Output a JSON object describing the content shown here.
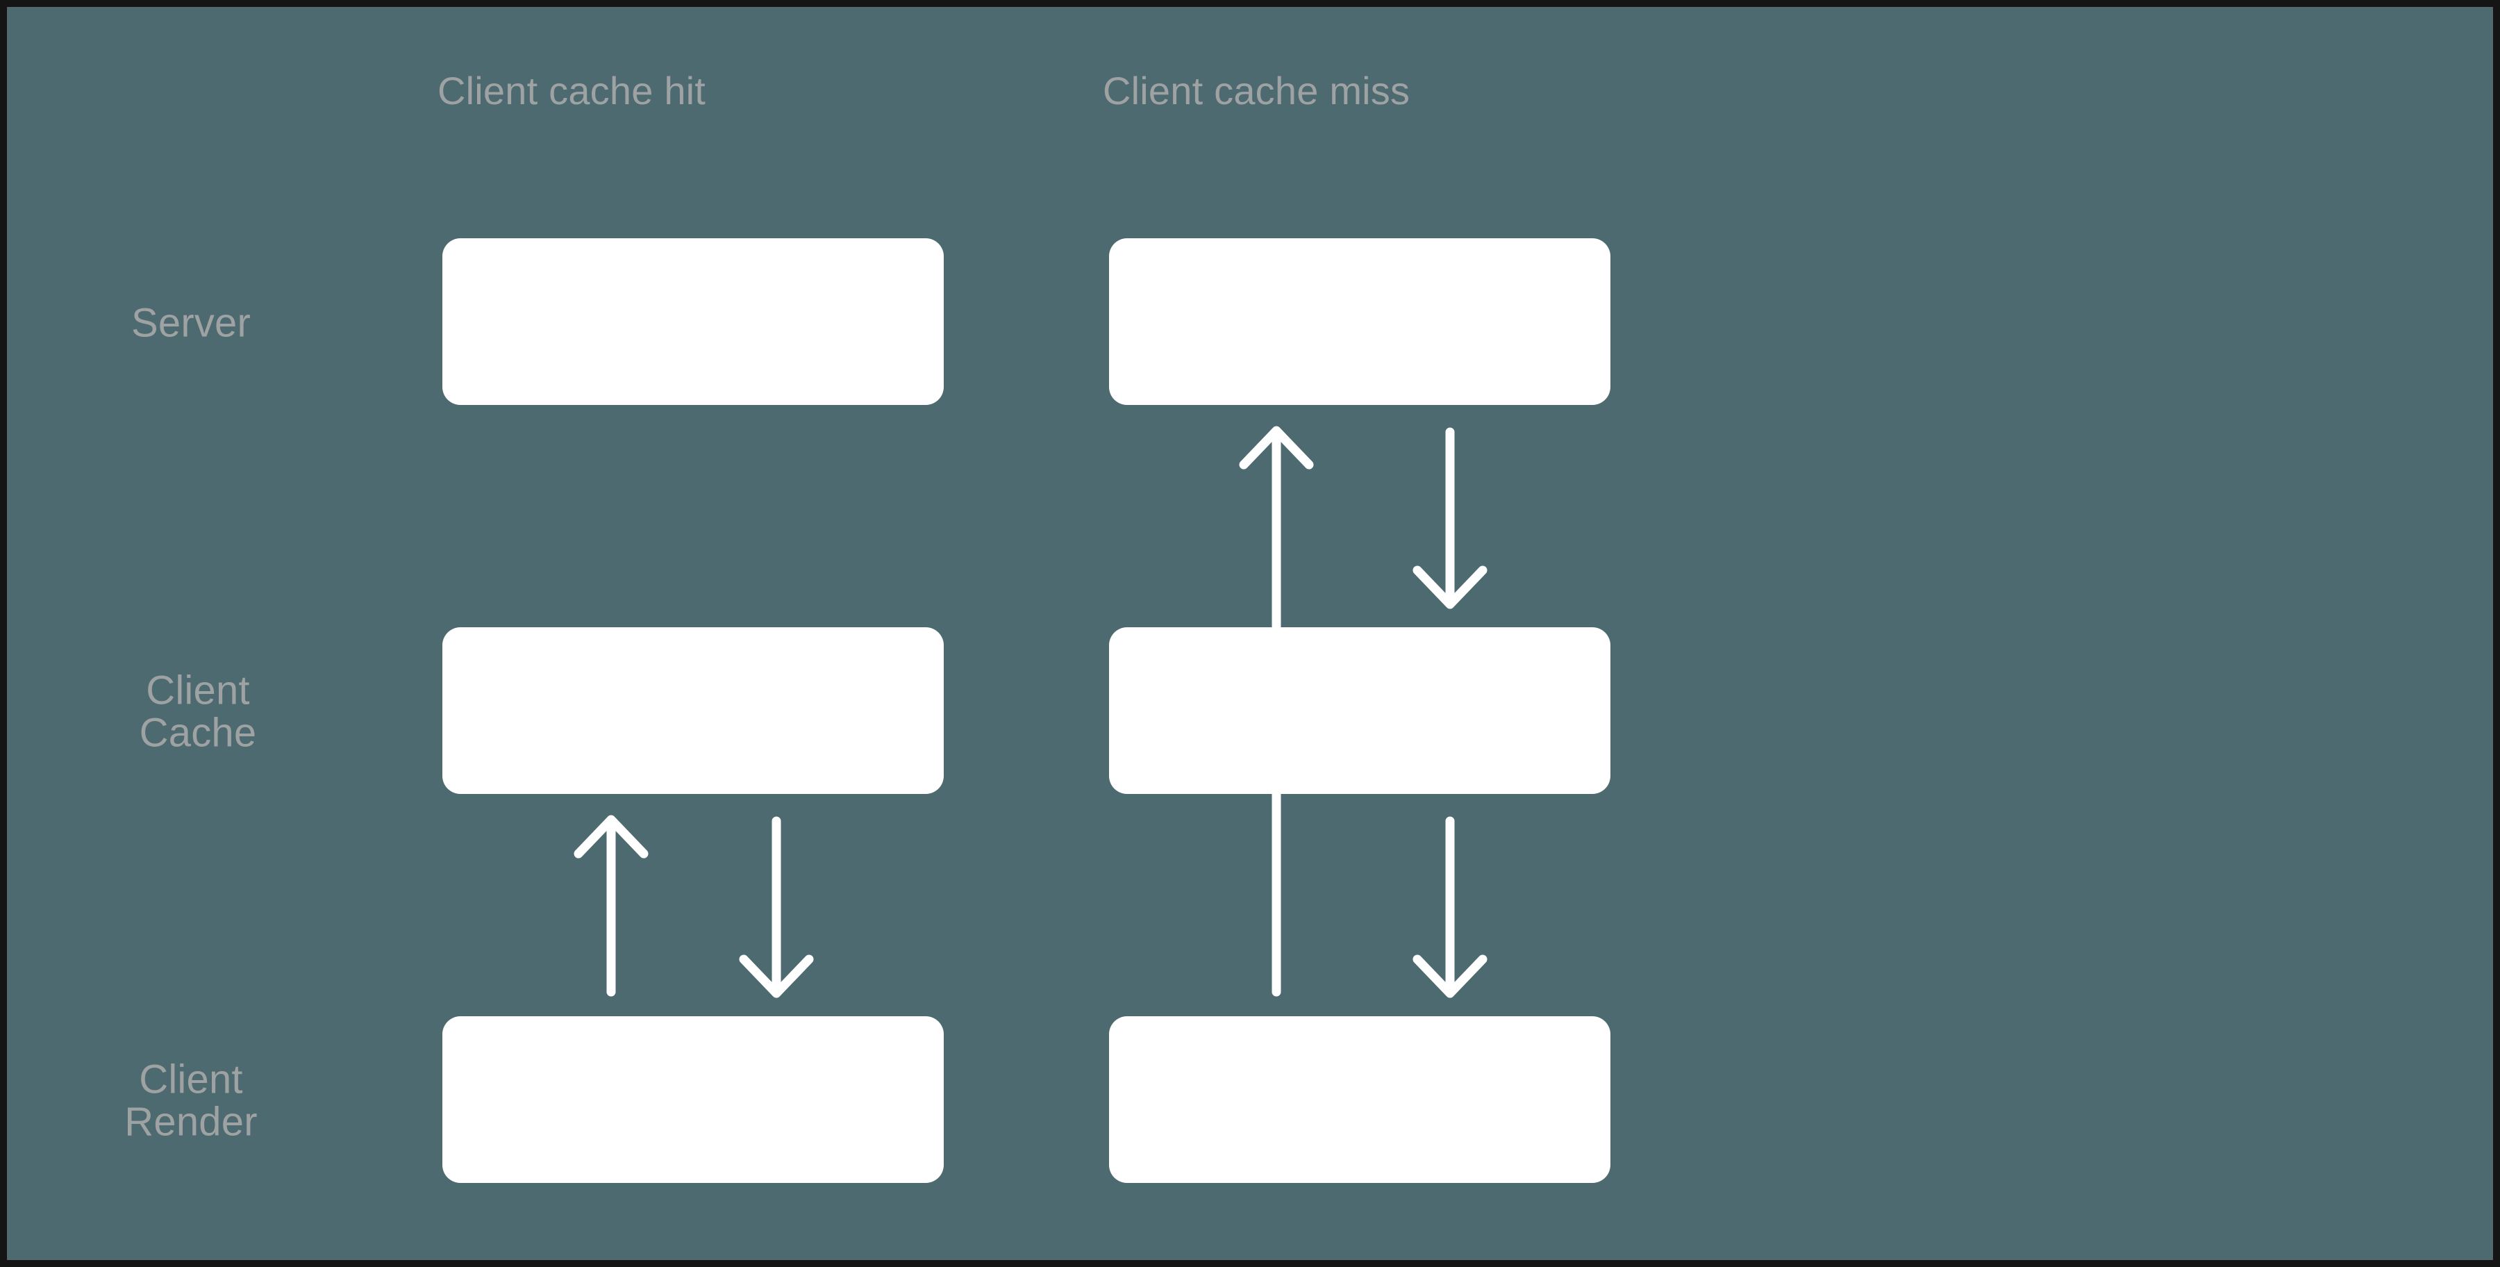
{
  "diagram": {
    "title_visible": false,
    "background_color": "#4d6a70",
    "node_color": "#ffffff",
    "label_color": "#9ea2a3",
    "arrow_color": "#ffffff",
    "row_labels": [
      {
        "id": "server",
        "text": "Server"
      },
      {
        "id": "client-cache",
        "text": "Client\nCache"
      },
      {
        "id": "client-render",
        "text": "Client\nRender"
      }
    ],
    "columns": [
      {
        "id": "cache-hit",
        "header": "Client cache hit"
      },
      {
        "id": "cache-miss",
        "header": "Client cache miss"
      }
    ],
    "nodes": [
      {
        "id": "hit-server",
        "column": "cache-hit",
        "row": "server",
        "label": ""
      },
      {
        "id": "hit-client-cache",
        "column": "cache-hit",
        "row": "client-cache",
        "label": ""
      },
      {
        "id": "hit-client-render",
        "column": "cache-hit",
        "row": "client-render",
        "label": ""
      },
      {
        "id": "miss-server",
        "column": "cache-miss",
        "row": "server",
        "label": ""
      },
      {
        "id": "miss-client-cache",
        "column": "cache-miss",
        "row": "client-cache",
        "label": ""
      },
      {
        "id": "miss-client-render",
        "column": "cache-miss",
        "row": "client-render",
        "label": ""
      }
    ],
    "arrows": [
      {
        "id": "hit-render-to-cache",
        "column": "cache-hit",
        "from": "client-render",
        "to": "client-cache",
        "direction": "up",
        "label": ""
      },
      {
        "id": "hit-cache-to-render",
        "column": "cache-hit",
        "from": "client-cache",
        "to": "client-render",
        "direction": "down",
        "label": ""
      },
      {
        "id": "miss-render-to-server",
        "column": "cache-miss",
        "from": "client-render",
        "to": "server",
        "direction": "up",
        "label": ""
      },
      {
        "id": "miss-server-to-cache",
        "column": "cache-miss",
        "from": "server",
        "to": "client-cache",
        "direction": "down",
        "label": ""
      },
      {
        "id": "miss-cache-to-render",
        "column": "cache-miss",
        "from": "client-cache",
        "to": "client-render",
        "direction": "down",
        "label": ""
      }
    ]
  }
}
